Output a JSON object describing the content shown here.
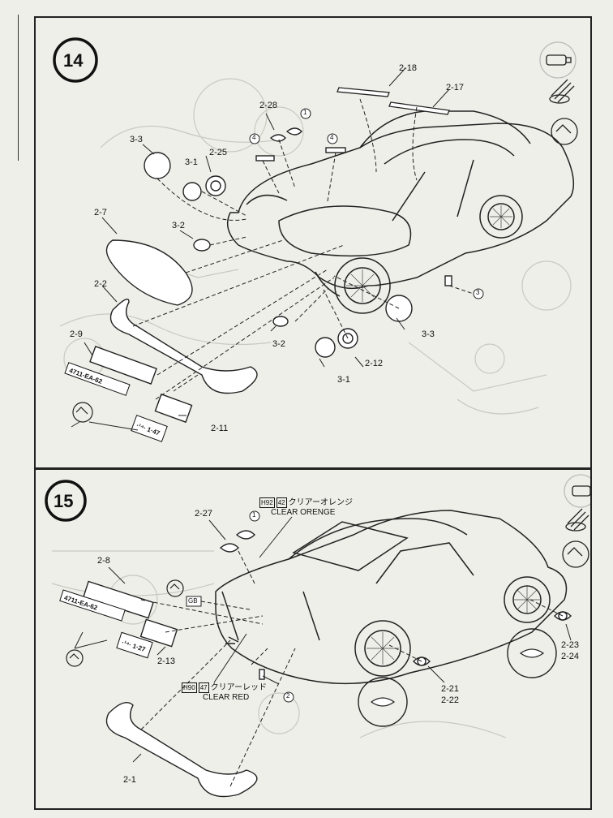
{
  "step14": {
    "number": "14",
    "labels": {
      "p2_18": "2-18",
      "p2_17": "2-17",
      "p2_28": "2-28",
      "p3_3a": "3-3",
      "p3_1a": "3-1",
      "p2_25": "2-25",
      "p2_7": "2-7",
      "p3_2a": "3-2",
      "p2_2": "2-2",
      "p2_9": "2-9",
      "p2_11": "2-11",
      "p3_2b": "3-2",
      "p3_1b": "3-1",
      "p2_12": "2-12",
      "p3_3b": "3-3"
    },
    "circled": {
      "c1": "1",
      "c4a": "4",
      "c4b": "4",
      "c3": "3"
    },
    "plate_front": "4711-EA-62",
    "plate_rear": "·¹⁴· 1·47"
  },
  "step15": {
    "number": "15",
    "labels": {
      "p2_27": "2-27",
      "p2_8": "2-8",
      "p2_13": "2-13",
      "p2_1": "2-1",
      "p2_21": "2-21",
      "p2_22": "2-22",
      "p2_23": "2-23",
      "p2_24": "2-24",
      "gb": "GB"
    },
    "circled": {
      "c1": "1",
      "c2": "2"
    },
    "note_orange": {
      "code": "H92",
      "code2": "42",
      "jp": "クリアーオレンジ",
      "en": "CLEAR ORENGE"
    },
    "note_red": {
      "code": "H90",
      "code2": "47",
      "jp": "クリアーレッド",
      "en": "CLEAR RED"
    },
    "plate_front": "4711-EA-62",
    "plate_rear": "·¹⁴· 1·27"
  },
  "colors": {
    "paper": "#efefe9",
    "ink": "#222222",
    "faint": "#c9c9c2"
  }
}
